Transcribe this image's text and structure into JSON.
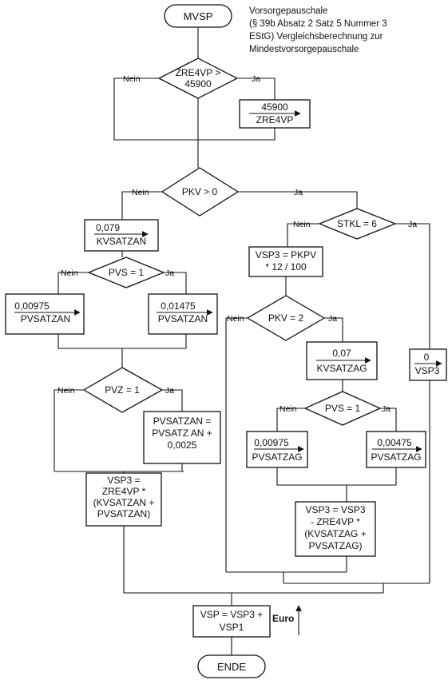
{
  "header": {
    "start": "MVSP",
    "note_lines": [
      "Vorsorgepauschale",
      "(§ 39b Absatz 2 Satz 5 Nummer 3",
      "EStG) Vergleichsberechnung zur",
      "Mindestvorsorgepauschale"
    ]
  },
  "branch": {
    "no": "Nein",
    "yes": "Ja"
  },
  "d1": {
    "lines": [
      "ZRE4VP >",
      "45900"
    ]
  },
  "box_zre": {
    "top": "45900",
    "bottom": "ZRE4VP"
  },
  "d2": {
    "lines": [
      "PKV > 0"
    ]
  },
  "box_kvan": {
    "top": "0,079",
    "bottom": "KVSATZAN"
  },
  "d3": {
    "lines": [
      "PVS = 1"
    ]
  },
  "box_pv1": {
    "top": "0,00975",
    "bottom": "PVSATZAN"
  },
  "box_pv2": {
    "top": "0,01475",
    "bottom": "PVSATZAN"
  },
  "d4": {
    "lines": [
      "PVZ = 1"
    ]
  },
  "box_pvadd": {
    "lines": [
      "PVSATZAN =",
      "PVSATZ AN +",
      "0,0025"
    ]
  },
  "box_vsp3a": {
    "lines": [
      "VSP3 =",
      "ZRE4VP *",
      "(KVSATZAN +",
      "PVSATZAN)"
    ]
  },
  "d5": {
    "lines": [
      "STKL = 6"
    ]
  },
  "box_pkpv": {
    "lines": [
      "VSP3 = PKPV",
      "* 12 / 100"
    ]
  },
  "d6": {
    "lines": [
      "PKV = 2"
    ]
  },
  "box_kvag": {
    "top": "0,07",
    "bottom": "KVSATZAG"
  },
  "d7": {
    "lines": [
      "PVS = 1"
    ]
  },
  "box_pvag1": {
    "top": "0,00975",
    "bottom": "PVSATZAG"
  },
  "box_pvag2": {
    "top": "0,00475",
    "bottom": "PVSATZAG"
  },
  "box_vsp3b": {
    "lines": [
      "VSP3 = VSP3",
      "- ZRE4VP *",
      "(KVSATZAG +",
      "PVSATZAG)"
    ]
  },
  "box_zero": {
    "top": "0",
    "bottom": "VSP3"
  },
  "box_vsp": {
    "lines": [
      "VSP = VSP3 +",
      "VSP1"
    ]
  },
  "euro": "Euro",
  "end": "ENDE"
}
